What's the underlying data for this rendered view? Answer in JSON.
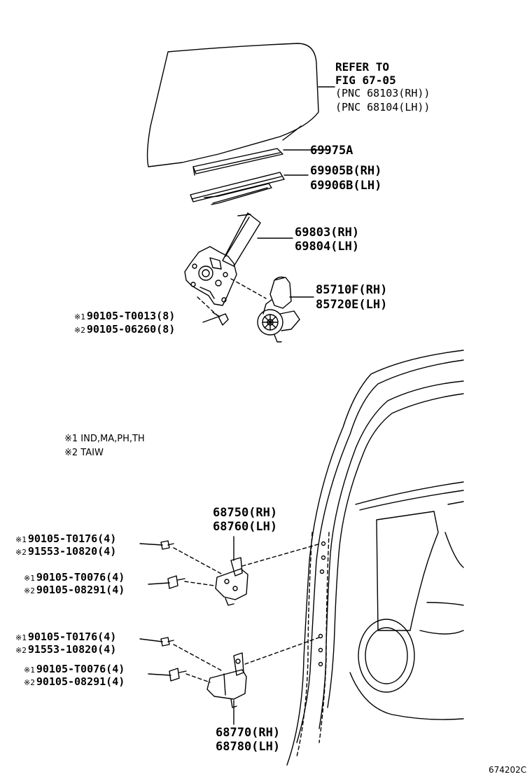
{
  "refer": {
    "line1": "REFER TO",
    "line2": "FIG 67-05",
    "line3": "(PNC 68103(RH))",
    "line4": "(PNC 68104(LH))"
  },
  "parts": {
    "p69975": "69975A",
    "p69905": "69905B(RH)",
    "p69906": "69906B(LH)",
    "p69803": "69803(RH)",
    "p69804": "69804(LH)",
    "p85710": "85710F(RH)",
    "p85720": "85720E(LH)",
    "bolt_regulator_1": "90105-T0013(8)",
    "bolt_regulator_2": "90105-06260(8)",
    "p68750": "68750(RH)",
    "p68760": "68760(LH)",
    "upper_bolt_a1": "90105-T0176(4)",
    "upper_bolt_a2": "91553-10820(4)",
    "upper_bolt_b1": "90105-T0076(4)",
    "upper_bolt_b2": "90105-08291(4)",
    "lower_bolt_a1": "90105-T0176(4)",
    "lower_bolt_a2": "91553-10820(4)",
    "lower_bolt_b1": "90105-T0076(4)",
    "lower_bolt_b2": "90105-08291(4)",
    "p68770": "68770(RH)",
    "p68780": "68780(LH)"
  },
  "markers": {
    "m1": "※1",
    "m2": "※2"
  },
  "notes": {
    "note1": "※1 IND,MA,PH,TH",
    "note2": "※2 TAIW"
  },
  "figure_id": "674202C"
}
